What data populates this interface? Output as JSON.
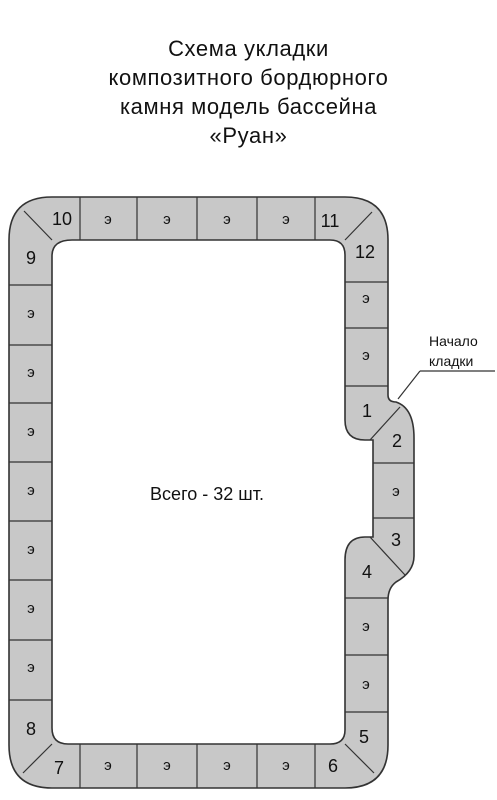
{
  "title": {
    "line1": "Схема укладки",
    "line2": "композитного бордюрного",
    "line3": "камня модель бассейна",
    "line4": "«Руан»"
  },
  "total_label": "Всего - 32 шт.",
  "start_note": {
    "line1": "Начало",
    "line2": "кладки"
  },
  "stone_labels": {
    "n1": "1",
    "n2": "2",
    "n3": "3",
    "n4": "4",
    "n5": "5",
    "n6": "6",
    "n7": "7",
    "n8": "8",
    "n9": "9",
    "n10": "10",
    "n11": "11",
    "n12": "12",
    "straight": "э"
  },
  "colors": {
    "stone_fill": "#c8c8c8",
    "stone_stroke": "#333333",
    "background": "#ffffff"
  }
}
